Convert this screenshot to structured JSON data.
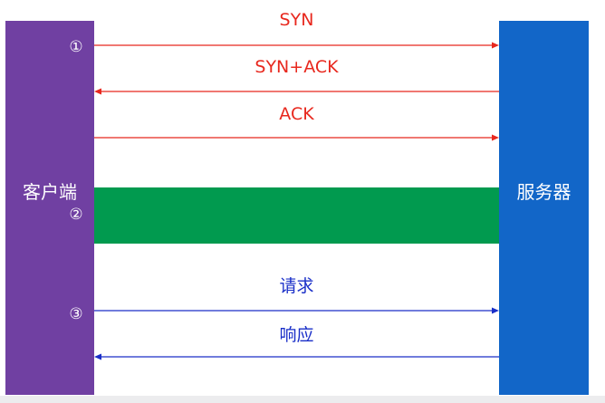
{
  "client_label": "客户端",
  "server_label": "服务器",
  "steps": {
    "one": "①",
    "two": "②",
    "three": "③"
  },
  "messages": {
    "syn": "SYN",
    "syn_ack": "SYN+ACK",
    "ack": "ACK",
    "request": "请求",
    "response": "响应"
  },
  "colors": {
    "client": "#7040a2",
    "server": "#1266c8",
    "handshake_arrow": "#e8281e",
    "http_arrow": "#1a2fc8",
    "band": "#019a4f"
  }
}
